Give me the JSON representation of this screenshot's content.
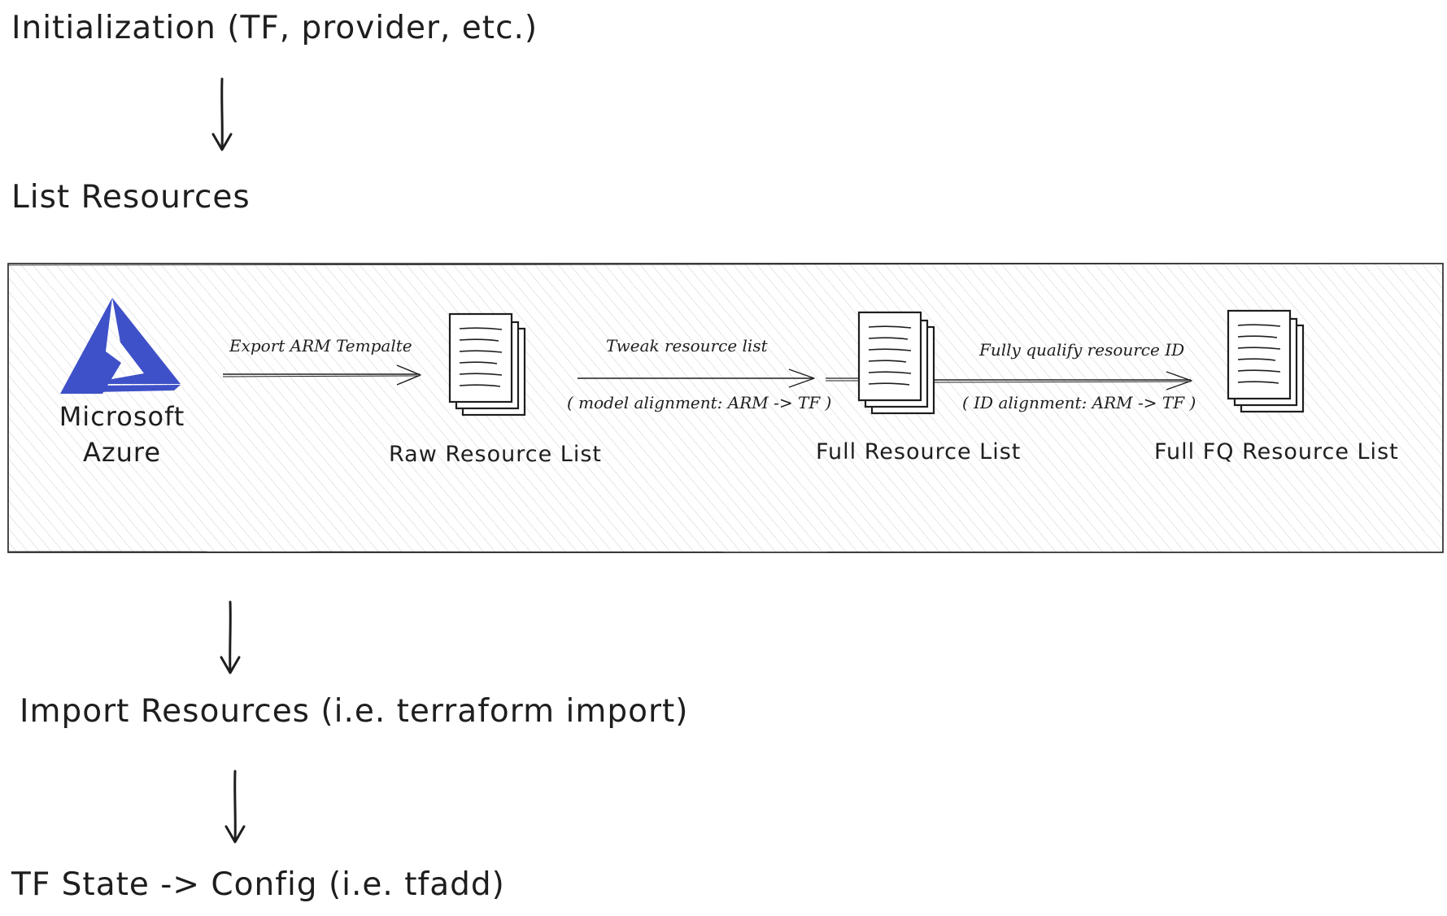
{
  "steps": {
    "initialization": "Initialization (TF, provider, etc.)",
    "list_resources": "List Resources",
    "import_resources": "Import Resources (i.e. terraform import)",
    "state_to_config": "TF State -> Config (i.e. tfadd)"
  },
  "detail": {
    "azure_logo": {
      "line1": "Microsoft",
      "line2": "Azure",
      "icon": "azure-logo-icon",
      "color": "#3f51c8"
    },
    "edges": {
      "export": "Export ARM Tempalte",
      "tweak": "Tweak resource list",
      "tweak_note": "( model alignment: ARM -> TF )",
      "qualify": "Fully qualify resource ID",
      "qualify_note": "( ID alignment: ARM -> TF )"
    },
    "nodes": {
      "raw": "Raw Resource List",
      "full": "Full Resource List",
      "full_fq": "Full FQ Resource List"
    },
    "document_icon": "document-stack-icon"
  },
  "colors": {
    "ink": "#1e1e1e",
    "hatch": "#c9c9c9",
    "azure": "#3f51c8"
  }
}
